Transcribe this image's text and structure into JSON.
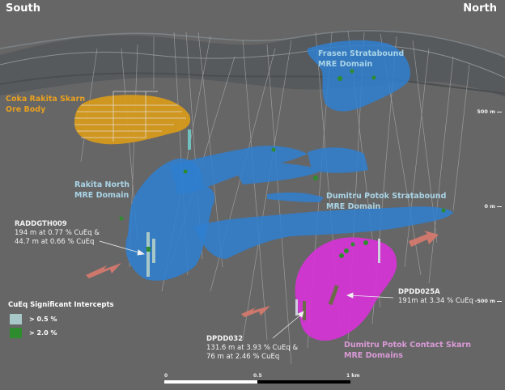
{
  "orientation": {
    "left": "South",
    "right": "North"
  },
  "domains": [
    {
      "id": "coka-rakita",
      "label_lines": [
        "Coka Rakita Skarn",
        "Ore Body"
      ],
      "color": "#e8a020"
    },
    {
      "id": "frasen",
      "label_lines": [
        "Frasen Stratabound",
        "MRE Domain"
      ],
      "color": "#a9d4e6"
    },
    {
      "id": "rakita-north",
      "label_lines": [
        "Rakita North",
        "MRE Domain"
      ],
      "color": "#a9d4e6"
    },
    {
      "id": "dumitru-stratabound",
      "label_lines": [
        "Dumitru Potok Stratabound",
        "MRE Domain"
      ],
      "color": "#a9d4e6"
    },
    {
      "id": "dumitru-contact",
      "label_lines": [
        "Dumitru Potok Contact Skarn",
        "MRE Domains"
      ],
      "color": "#d99ad6"
    }
  ],
  "drill_holes": [
    {
      "id": "RADDGTH009",
      "lines": [
        "194 m at 0.77 % CuEq &",
        "44.7 m at 0.66 % CuEq"
      ]
    },
    {
      "id": "DPDD025A",
      "lines": [
        "191m at 3.34 % CuEq"
      ]
    },
    {
      "id": "DPDD032",
      "lines": [
        "131.6 m at 3.93 % CuEq &",
        "76 m at 2.46 % CuEq"
      ]
    }
  ],
  "elevations": [
    {
      "label": "500 m"
    },
    {
      "label": "0 m"
    },
    {
      "label": "-500 m"
    }
  ],
  "legend": {
    "title": "CuEq Significant Intercepts",
    "items": [
      {
        "label": "> 0.5 %",
        "color": "#a8c8c8"
      },
      {
        "label": "> 2.0 %",
        "color": "#2e8b2e"
      }
    ]
  },
  "scale_bar": {
    "labels": [
      "0",
      "0.5",
      "1 km"
    ]
  },
  "colors": {
    "background": "#666666",
    "stratabound": "#2f7fd0",
    "contact_skarn": "#d633d6",
    "ore_body": "#e0a020",
    "arrow": "#d97a6e"
  }
}
